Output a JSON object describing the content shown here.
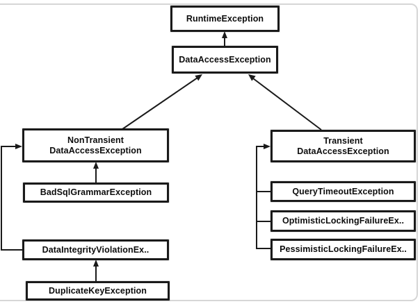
{
  "diagram": {
    "type": "class-hierarchy",
    "nodes": {
      "runtime": {
        "label": "RuntimeException"
      },
      "data_access": {
        "label": "DataAccessException"
      },
      "non_transient": {
        "line1": "NonTransient",
        "line2": "DataAccessException"
      },
      "bad_sql": {
        "label": "BadSqlGrammarException"
      },
      "data_integrity": {
        "label": "DataIntegrityViolationEx.."
      },
      "duplicate_key": {
        "label": "DuplicateKeyException"
      },
      "transient": {
        "line1": "Transient",
        "line2": "DataAccessException"
      },
      "query_timeout": {
        "label": "QueryTimeoutException"
      },
      "optimistic_locking": {
        "label": "OptimisticLockingFailureEx.."
      },
      "pessimistic_locking": {
        "label": "PessimisticLockingFailureEx.."
      }
    },
    "edges": [
      {
        "from": "DataAccessException",
        "to": "RuntimeException"
      },
      {
        "from": "NonTransient DataAccessException",
        "to": "DataAccessException"
      },
      {
        "from": "Transient DataAccessException",
        "to": "DataAccessException"
      },
      {
        "from": "BadSqlGrammarException",
        "to": "NonTransient DataAccessException"
      },
      {
        "from": "DataIntegrityViolationEx..",
        "to": "NonTransient DataAccessException"
      },
      {
        "from": "DuplicateKeyException",
        "to": "DataIntegrityViolationEx.."
      },
      {
        "from": "QueryTimeoutException",
        "to": "Transient DataAccessException"
      },
      {
        "from": "OptimisticLockingFailureEx..",
        "to": "Transient DataAccessException"
      },
      {
        "from": "PessimisticLockingFailureEx..",
        "to": "Transient DataAccessException"
      }
    ],
    "colors": {
      "node_border": "#1a1a1a",
      "node_fill": "#ffffff",
      "text": "#0d0d0d",
      "connector": "#1a1a1a",
      "frame_border": "#d6d6d6",
      "background": "#ffffff"
    }
  }
}
